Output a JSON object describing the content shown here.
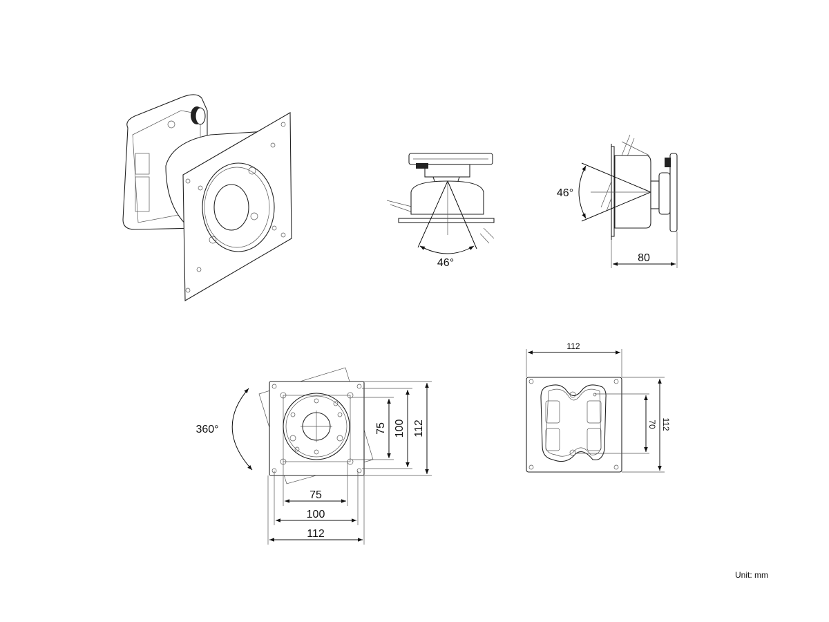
{
  "iso_view": {},
  "top_view": {
    "tilt_angle": "46°"
  },
  "side_view": {
    "tilt_angle": "46°",
    "depth": "80"
  },
  "front_view": {
    "rotation": "360°",
    "vertical_dims": [
      "75",
      "100",
      "112"
    ],
    "horizontal_dims": [
      "75",
      "100",
      "112"
    ]
  },
  "rear_view": {
    "width": "112",
    "height": "112",
    "hole_spacing": "70"
  },
  "unit_label": "Unit: mm"
}
